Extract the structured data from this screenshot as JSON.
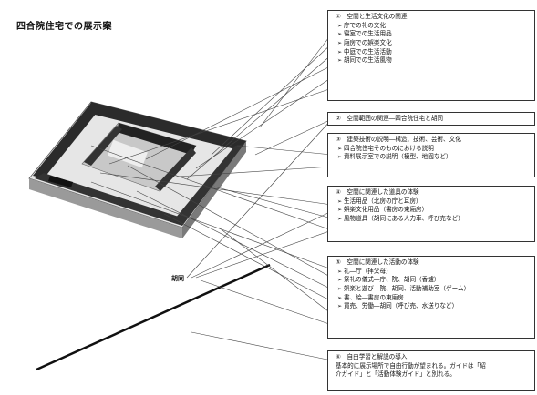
{
  "title": "四合院住宅での展示案",
  "alley_label": "胡同",
  "boxes": [
    {
      "id": "b1",
      "heading": "①　空間と生活文化の関連",
      "items": [
        "庁での礼の文化",
        "寝室での生活用品",
        "廂房での娯楽文化",
        "中庭での生活活動",
        "胡同での生活風物"
      ]
    },
    {
      "id": "b2",
      "heading": "②　空間範囲の関連―四合院住宅と胡同",
      "items": []
    },
    {
      "id": "b3",
      "heading": "③　建築技術の説明―構造、技術、芸術、文化",
      "items": [
        "四合院住宅そのものにおける説明",
        "資料展示室での説明（模型、地図など）"
      ]
    },
    {
      "id": "b4",
      "heading": "④　空間に関連した道具の体験",
      "items": [
        "生活用品（北房の庁と耳房）",
        "娯楽文化用品（書房の東廂房）",
        "風物道具（胡同にある人力車、呼び売など）"
      ]
    },
    {
      "id": "b5",
      "heading": "⑤　空間に関連した活動の体験",
      "items": [
        "礼―庁（拝父母）",
        "祭礼の儀式―庁、院、胡同（香爐）",
        "娯楽と遊び―院、胡同、活動補助室（ゲーム）",
        "書、絵―書房の東廂房",
        "買売、労働―胡同（呼び売、水送りなど）"
      ]
    },
    {
      "id": "b6",
      "heading": "⑥　自由学習と解説の導入",
      "body": [
        "基本的に展示場所で自由行動が望まれる。ガイドは「紹",
        "介ガイド」と「活動体験ガイド」と別れる。"
      ]
    }
  ],
  "colors": {
    "roof": "#2b2b2b",
    "ground": "#d9d9d9",
    "wall": "#8a8a8a",
    "line": "#333333"
  }
}
